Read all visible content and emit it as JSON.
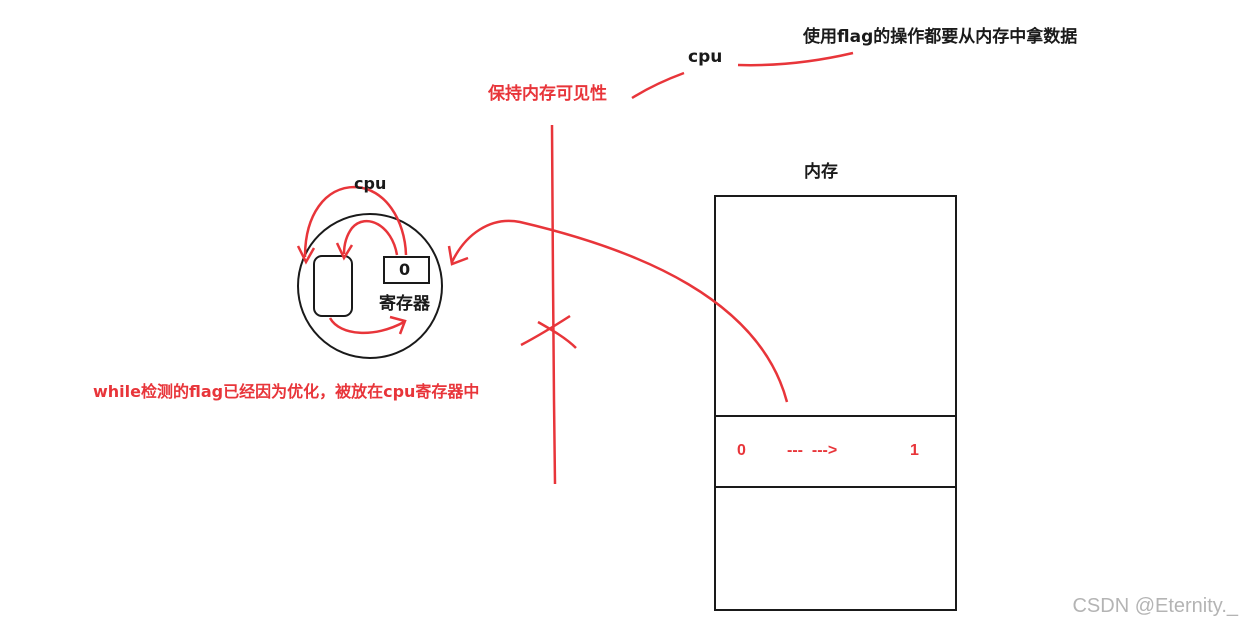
{
  "labels": {
    "cpu_top": "cpu",
    "use_flag_note": "使用flag的操作都要从内存中拿数据",
    "keep_visibility": "保持内存可见性",
    "memory_title": "内存",
    "cpu_inner": "cpu",
    "register_value": "0",
    "register_label": "寄存器",
    "while_note": "while检测的flag已经因为优化，被放在cpu寄存器中",
    "mem_old": "0",
    "mem_arrow": "---  --->",
    "mem_new": "1"
  },
  "colors": {
    "ink": "#1a1a1a",
    "annotation": "#e8353a",
    "watermark": "#b4b4b4"
  },
  "watermark": "CSDN @Eternity._"
}
